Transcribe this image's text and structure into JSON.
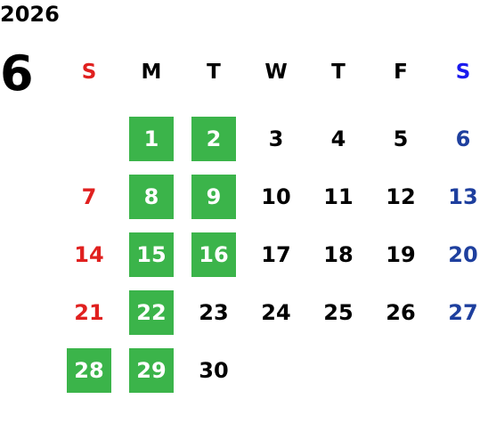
{
  "year": "2026",
  "month": "6",
  "weekdays": [
    "S",
    "M",
    "T",
    "W",
    "T",
    "F",
    "S"
  ],
  "weeks": [
    [
      "",
      "1",
      "2",
      "3",
      "4",
      "5",
      "6"
    ],
    [
      "7",
      "8",
      "9",
      "10",
      "11",
      "12",
      "13"
    ],
    [
      "14",
      "15",
      "16",
      "17",
      "18",
      "19",
      "20"
    ],
    [
      "21",
      "22",
      "23",
      "24",
      "25",
      "26",
      "27"
    ],
    [
      "28",
      "29",
      "30",
      "",
      "",
      "",
      ""
    ]
  ],
  "highlighted_days": [
    "1",
    "2",
    "8",
    "9",
    "15",
    "16",
    "22",
    "28",
    "29"
  ],
  "colors": {
    "highlight": "#3bb44a",
    "sunday": "#e0201f",
    "saturday": "#1e3f9e"
  }
}
